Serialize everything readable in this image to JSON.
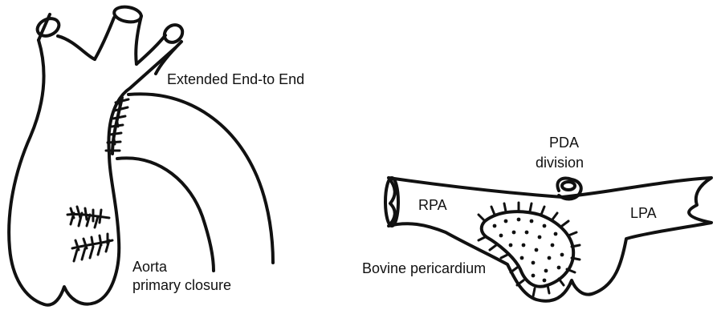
{
  "labels": {
    "extended": "Extended End-to End",
    "pda": "PDA",
    "division": "division",
    "rpa": "RPA",
    "lpa": "LPA",
    "bovine": "Bovine pericardium",
    "aorta": "Aorta",
    "primary": "primary closure"
  },
  "colors": {
    "ink": "#111111",
    "background": "#ffffff"
  }
}
